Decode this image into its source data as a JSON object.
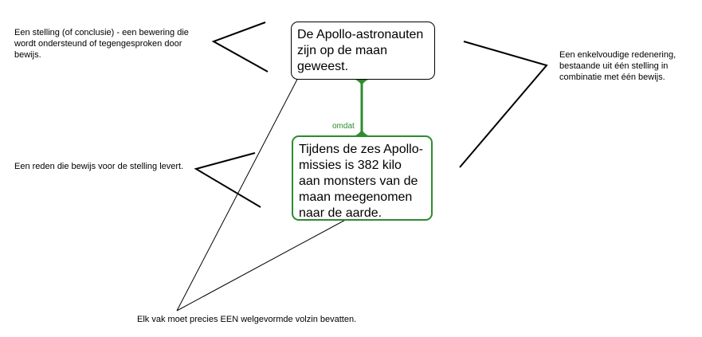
{
  "claim_box": {
    "text": "De Apollo-astronauten zijn op de maan geweest."
  },
  "reason_box": {
    "text": "Tijdens de zes Apollo-missies is 382 kilo aan monsters van de maan meegenomen naar de aarde."
  },
  "connector_label": "omdat",
  "annotations": {
    "claim": "Een stelling (of conclusie) - een bewering die wordt ondersteund of tegengesproken door bewijs.",
    "reason": "Een reden die bewijs voor de stelling levert.",
    "argument": "Een enkelvoudige redenering, bestaande uit één stelling in combinatie met één bewijs.",
    "rule": "Elk vak moet precies EEN welgevormde volzin bevatten."
  },
  "colors": {
    "reason_border": "#2e8b2e"
  }
}
